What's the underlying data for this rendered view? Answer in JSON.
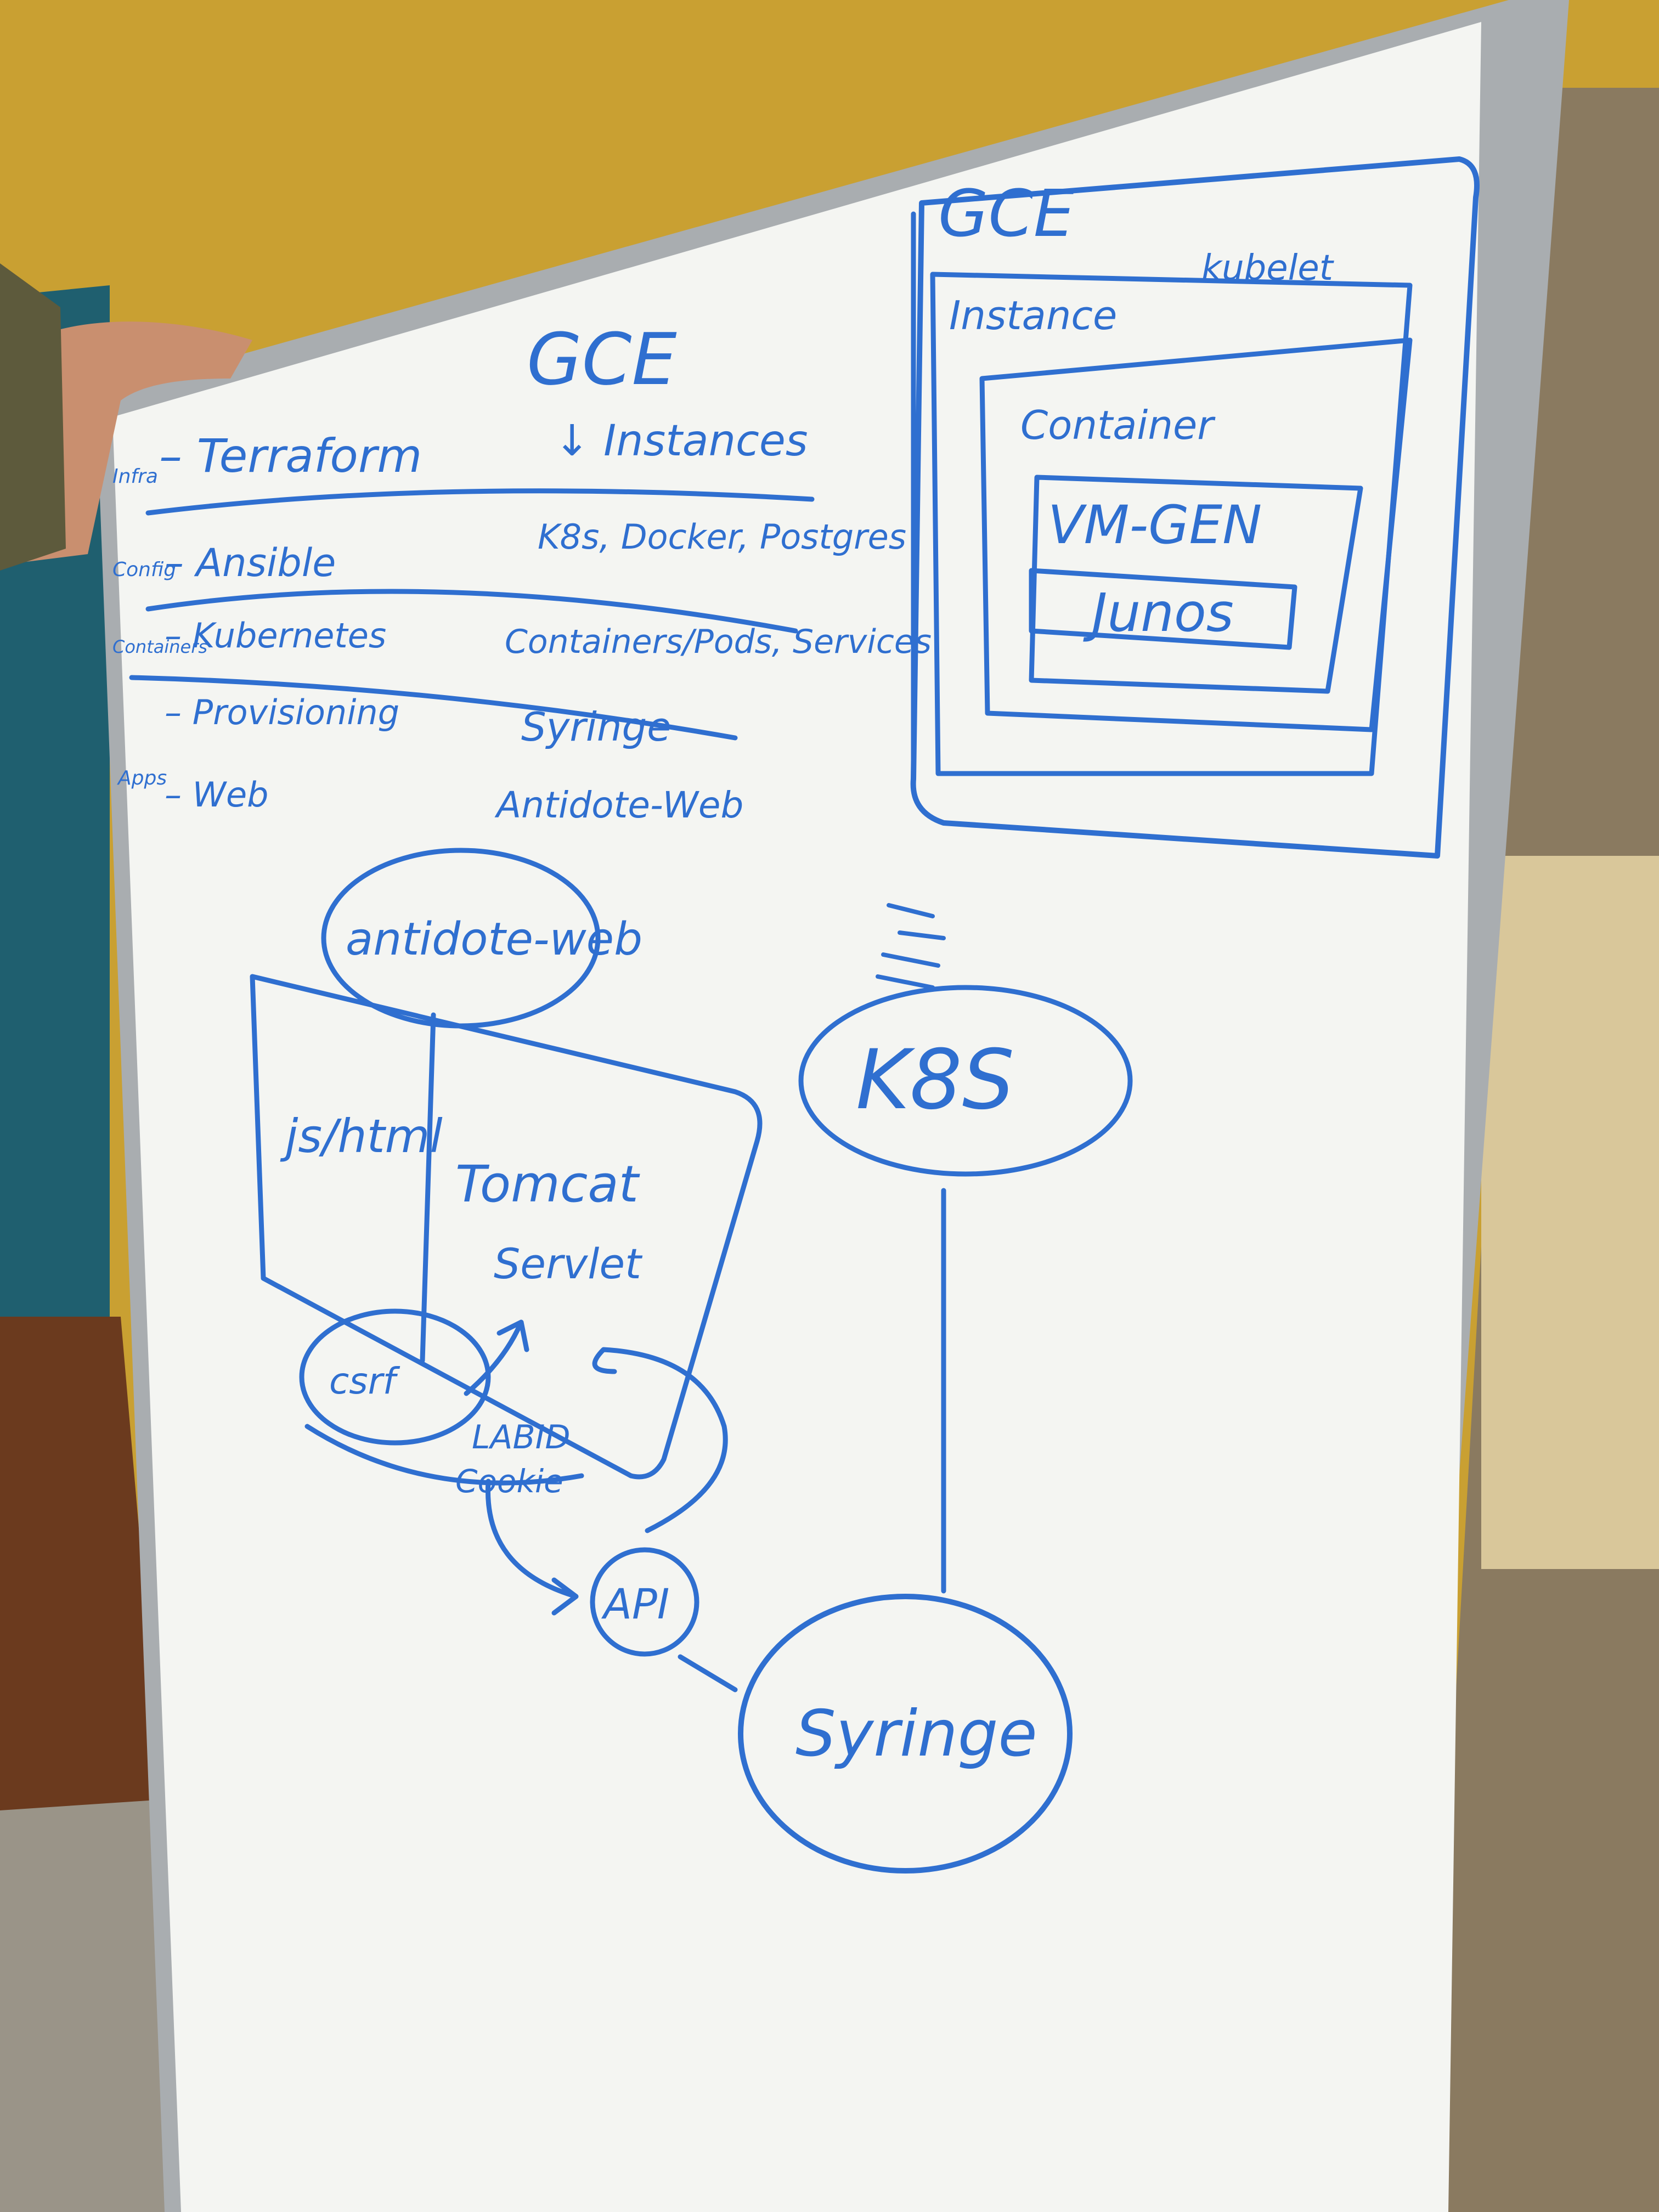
{
  "scene": "whiteboard-photo",
  "ink_color": "#2f6fd0",
  "board_color": "#f4f5f2",
  "wall_color": "#c9a032",
  "top_headings": {
    "gce": "GCE",
    "instances": "↓ Instances"
  },
  "layers": [
    {
      "short": "Infra",
      "tool": "– Terraform",
      "gce_item": ""
    },
    {
      "short": "Config",
      "tool": "– Ansible",
      "gce_item": "K8s, Docker, Postgres"
    },
    {
      "short": "Containers",
      "tool": "– Kubernetes",
      "gce_item": "Containers/Pods, Services"
    },
    {
      "short": "",
      "tool": "– Provisioning",
      "gce_item": "Syringe"
    },
    {
      "short": "Apps",
      "tool": "– Web",
      "gce_item": "Antidote-Web"
    }
  ],
  "gce_box": {
    "title": "GCE",
    "kubelet": "kubelet",
    "instance": "Instance",
    "container": "Container",
    "vm": "VM-GEN",
    "junos": "Junos"
  },
  "flow": {
    "antidote_web": "antidote-web",
    "js_html": "js/html",
    "tomcat": "Tomcat",
    "servlet": "Servlet",
    "csrf": "csrf",
    "labid": "LABID",
    "cookie": "Cookie",
    "api": "API",
    "syringe": "Syringe",
    "k8s": "K8S"
  }
}
